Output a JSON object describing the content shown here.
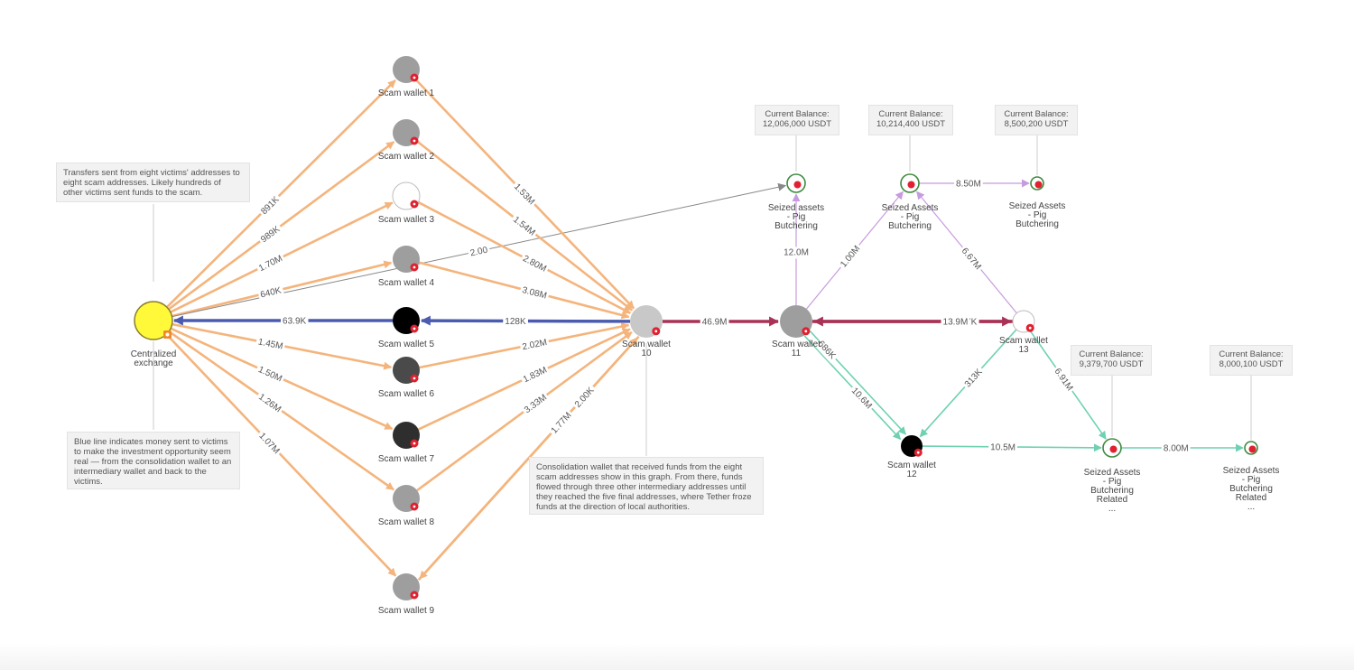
{
  "colors": {
    "inflow": "#f4b47c",
    "outflow": "#4a5bb0",
    "consolidation": "#a93256",
    "to_seized": "#c79be0",
    "teal": "#6fd1b2",
    "gray_edge": "#888888",
    "seized_ring": "#3f8a3f",
    "exchange": "#fff93a",
    "badge": "#e0212f"
  },
  "notes": {
    "victims": "Transfers sent from eight victims' addresses to eight scam addresses. Likely hundreds of other victims sent funds to the scam.",
    "blue_line": "Blue line indicates money sent to victims to make the investment opportunity seem real — from the consolidation wallet to an intermediary wallet and back to the victims.",
    "consolidation": "Consolidation wallet that received funds from the eight scam addresses show in this graph. From there, funds flowed through three other intermediary addresses until they reached the five final addresses, where Tether froze funds at the direction of local authorities."
  },
  "balances": [
    {
      "id": "bal1",
      "title": "Current Balance:",
      "value": "12,006,000 USDT"
    },
    {
      "id": "bal2",
      "title": "Current Balance:",
      "value": "10,214,400 USDT"
    },
    {
      "id": "bal3",
      "title": "Current Balance:",
      "value": "8,500,200 USDT"
    },
    {
      "id": "bal4",
      "title": "Current Balance:",
      "value": "9,379,700 USDT"
    },
    {
      "id": "bal5",
      "title": "Current Balance:",
      "value": "8,000,100 USDT"
    }
  ],
  "nodes": [
    {
      "id": "exchange",
      "label": [
        "Centralized",
        "exchange"
      ],
      "fill": "#fff93a",
      "stroke": "#8a7d2a",
      "kind": "exchange"
    },
    {
      "id": "sw1",
      "label": [
        "Scam wallet 1"
      ],
      "fill": "#9e9e9e",
      "kind": "wallet"
    },
    {
      "id": "sw2",
      "label": [
        "Scam wallet 2"
      ],
      "fill": "#9e9e9e",
      "kind": "wallet"
    },
    {
      "id": "sw3",
      "label": [
        "Scam wallet 3"
      ],
      "fill": "#ffffff",
      "kind": "wallet"
    },
    {
      "id": "sw4",
      "label": [
        "Scam wallet 4"
      ],
      "fill": "#9e9e9e",
      "kind": "wallet"
    },
    {
      "id": "sw5",
      "label": [
        "Scam wallet 5"
      ],
      "fill": "#000000",
      "kind": "wallet"
    },
    {
      "id": "sw6",
      "label": [
        "Scam wallet 6"
      ],
      "fill": "#4a4a4a",
      "kind": "wallet"
    },
    {
      "id": "sw7",
      "label": [
        "Scam wallet 7"
      ],
      "fill": "#2e2e2e",
      "kind": "wallet"
    },
    {
      "id": "sw8",
      "label": [
        "Scam wallet 8"
      ],
      "fill": "#9e9e9e",
      "kind": "wallet"
    },
    {
      "id": "sw9",
      "label": [
        "Scam wallet 9"
      ],
      "fill": "#9e9e9e",
      "kind": "wallet"
    },
    {
      "id": "sw10",
      "label": [
        "Scam wallet",
        "10"
      ],
      "fill": "#c8c8c8",
      "kind": "wallet"
    },
    {
      "id": "sw11",
      "label": [
        "Scam wallet",
        "11"
      ],
      "fill": "#9e9e9e",
      "kind": "wallet"
    },
    {
      "id": "sw12",
      "label": [
        "Scam wallet",
        "12"
      ],
      "fill": "#000000",
      "kind": "wallet"
    },
    {
      "id": "sw13",
      "label": [
        "Scam wallet",
        "13"
      ],
      "fill": "#ffffff",
      "kind": "wallet"
    },
    {
      "id": "seized1",
      "label": [
        "Seized assets",
        "- Pig",
        "Butchering"
      ],
      "kind": "seized"
    },
    {
      "id": "seized2",
      "label": [
        "Seized Assets",
        "- Pig",
        "Butchering"
      ],
      "kind": "seized"
    },
    {
      "id": "seized3",
      "label": [
        "Seized Assets",
        "- Pig",
        "Butchering"
      ],
      "kind": "seized"
    },
    {
      "id": "seized4",
      "label": [
        "Seized Assets",
        "- Pig",
        "Butchering",
        "Related",
        "..."
      ],
      "kind": "seized"
    },
    {
      "id": "seized5",
      "label": [
        "Seized Assets",
        "- Pig",
        "Butchering",
        "Related",
        "..."
      ],
      "kind": "seized"
    }
  ],
  "edges": [
    {
      "from": "exchange",
      "to": "sw1",
      "label": "891K",
      "color": "inflow"
    },
    {
      "from": "exchange",
      "to": "sw2",
      "label": "989K",
      "color": "inflow"
    },
    {
      "from": "exchange",
      "to": "sw3",
      "label": "1.70M",
      "color": "inflow"
    },
    {
      "from": "exchange",
      "to": "sw4",
      "label": "640K",
      "color": "inflow"
    },
    {
      "from": "sw5",
      "to": "exchange",
      "label": "63.9K",
      "color": "outflow"
    },
    {
      "from": "exchange",
      "to": "sw6",
      "label": "1.45M",
      "color": "inflow"
    },
    {
      "from": "exchange",
      "to": "sw7",
      "label": "1.50M",
      "color": "inflow"
    },
    {
      "from": "exchange",
      "to": "sw8",
      "label": "1.26M",
      "color": "inflow"
    },
    {
      "from": "exchange",
      "to": "sw9",
      "label": "1.07M",
      "color": "inflow"
    },
    {
      "from": "exchange",
      "to": "seized1",
      "label": "2.00",
      "color": "gray_edge"
    },
    {
      "from": "sw1",
      "to": "sw10",
      "label": "1.53M",
      "color": "inflow"
    },
    {
      "from": "sw2",
      "to": "sw10",
      "label": "1.54M",
      "color": "inflow"
    },
    {
      "from": "sw3",
      "to": "sw10",
      "label": "2.80M",
      "color": "inflow"
    },
    {
      "from": "sw4",
      "to": "sw10",
      "label": "3.08M",
      "color": "inflow"
    },
    {
      "from": "sw10",
      "to": "sw5",
      "label": "128K",
      "color": "outflow"
    },
    {
      "from": "sw6",
      "to": "sw10",
      "label": "2.02M",
      "color": "inflow"
    },
    {
      "from": "sw7",
      "to": "sw10",
      "label": "1.83M",
      "color": "inflow"
    },
    {
      "from": "sw8",
      "to": "sw10",
      "label": "3.33M",
      "color": "inflow"
    },
    {
      "from": "sw10",
      "to": "sw9",
      "label": "2.00K",
      "color": "inflow"
    },
    {
      "from": "sw9",
      "to": "sw10",
      "label": "1.77M",
      "color": "inflow"
    },
    {
      "from": "sw10",
      "to": "sw11",
      "label": "46.9M",
      "color": "consolidation"
    },
    {
      "from": "sw11",
      "to": "seized1",
      "label": "12.0M",
      "color": "to_seized"
    },
    {
      "from": "sw11",
      "to": "seized2",
      "label": "1.00M",
      "color": "to_seized"
    },
    {
      "from": "sw13",
      "to": "sw11",
      "label": "1.67K",
      "color": "consolidation"
    },
    {
      "from": "sw11",
      "to": "sw13",
      "label": "13.9M",
      "color": "consolidation"
    },
    {
      "from": "sw11",
      "to": "sw12",
      "label": "686K",
      "color": "teal"
    },
    {
      "from": "sw11",
      "to": "sw12",
      "label": "10.6M",
      "color": "teal"
    },
    {
      "from": "seized2",
      "to": "seized3",
      "label": "8.50M",
      "color": "to_seized"
    },
    {
      "from": "sw13",
      "to": "seized2",
      "label": "6.67M",
      "color": "to_seized"
    },
    {
      "from": "sw13",
      "to": "sw12",
      "label": "313K",
      "color": "teal"
    },
    {
      "from": "sw13",
      "to": "seized4",
      "label": "6.91M",
      "color": "teal"
    },
    {
      "from": "sw12",
      "to": "seized4",
      "label": "10.5M",
      "color": "teal"
    },
    {
      "from": "seized4",
      "to": "seized5",
      "label": "8.00M",
      "color": "teal"
    }
  ]
}
